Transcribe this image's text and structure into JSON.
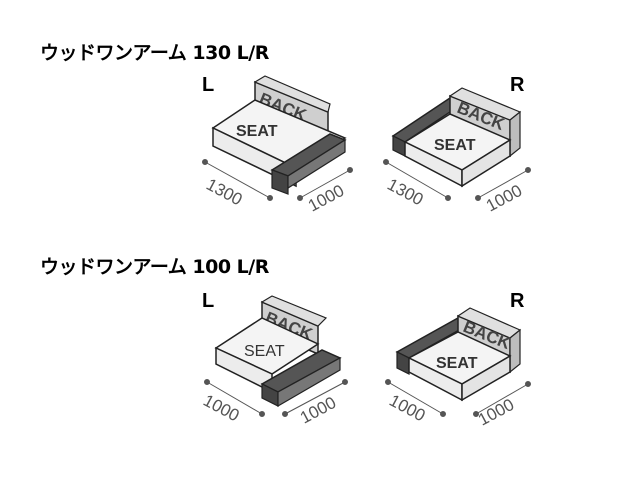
{
  "sections": [
    {
      "title": "ウッドワンアーム 130 L/R",
      "left": {
        "side": "L",
        "seat": "SEAT",
        "back": "BACK",
        "width": "1300",
        "depth": "1000"
      },
      "right": {
        "side": "R",
        "seat": "SEAT",
        "back": "BACK",
        "width": "1300",
        "depth": "1000"
      }
    },
    {
      "title": "ウッドワンアーム 100 L/R",
      "left": {
        "side": "L",
        "seat": "SEAT",
        "back": "BACK",
        "width": "1000",
        "depth": "1000"
      },
      "right": {
        "side": "R",
        "seat": "SEAT",
        "back": "BACK",
        "width": "1000",
        "depth": "1000"
      }
    }
  ],
  "colors": {
    "seat_fill": "#f4f4f4",
    "back_fill": "#cfcfcf",
    "arm_fill": "#666666",
    "outline": "#222222",
    "dimension": "#555555"
  }
}
